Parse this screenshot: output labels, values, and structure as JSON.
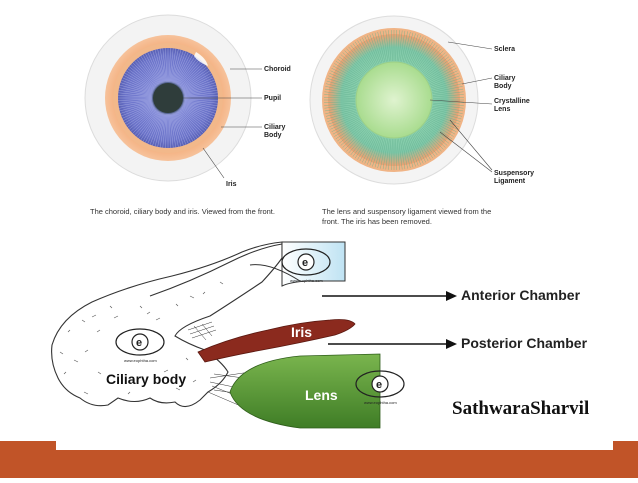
{
  "top_left": {
    "labels": {
      "choroid": "Choroid",
      "pupil": "Pupil",
      "ciliary_body_1": "Ciliary",
      "ciliary_body_2": "Body",
      "iris": "Iris"
    },
    "caption": "The choroid, ciliary body and iris. Viewed from the front."
  },
  "top_right": {
    "labels": {
      "sclera": "Sclera",
      "ciliary_body_1": "Ciliary",
      "ciliary_body_2": "Body",
      "lens_1": "Crystalline",
      "lens_2": "Lens",
      "ligament_1": "Suspensory",
      "ligament_2": "Ligament"
    },
    "caption_1": "The lens and suspensory ligament viewed from the",
    "caption_2": "front. The iris has been removed."
  },
  "bottom": {
    "anterior_chamber": "Anterior Chamber",
    "posterior_chamber": "Posterior Chamber",
    "iris": "Iris",
    "ciliary_body": "Ciliary body",
    "lens": "Lens",
    "watermark_logo": "e",
    "watermark_url": "www.eophtha.com"
  },
  "author": "SathwaraSharvil",
  "colors": {
    "footer": "#c15428",
    "iris_blue": "#6b73c9",
    "lens_green": "#5a9b3a",
    "iris_red": "#8b2a1e"
  }
}
